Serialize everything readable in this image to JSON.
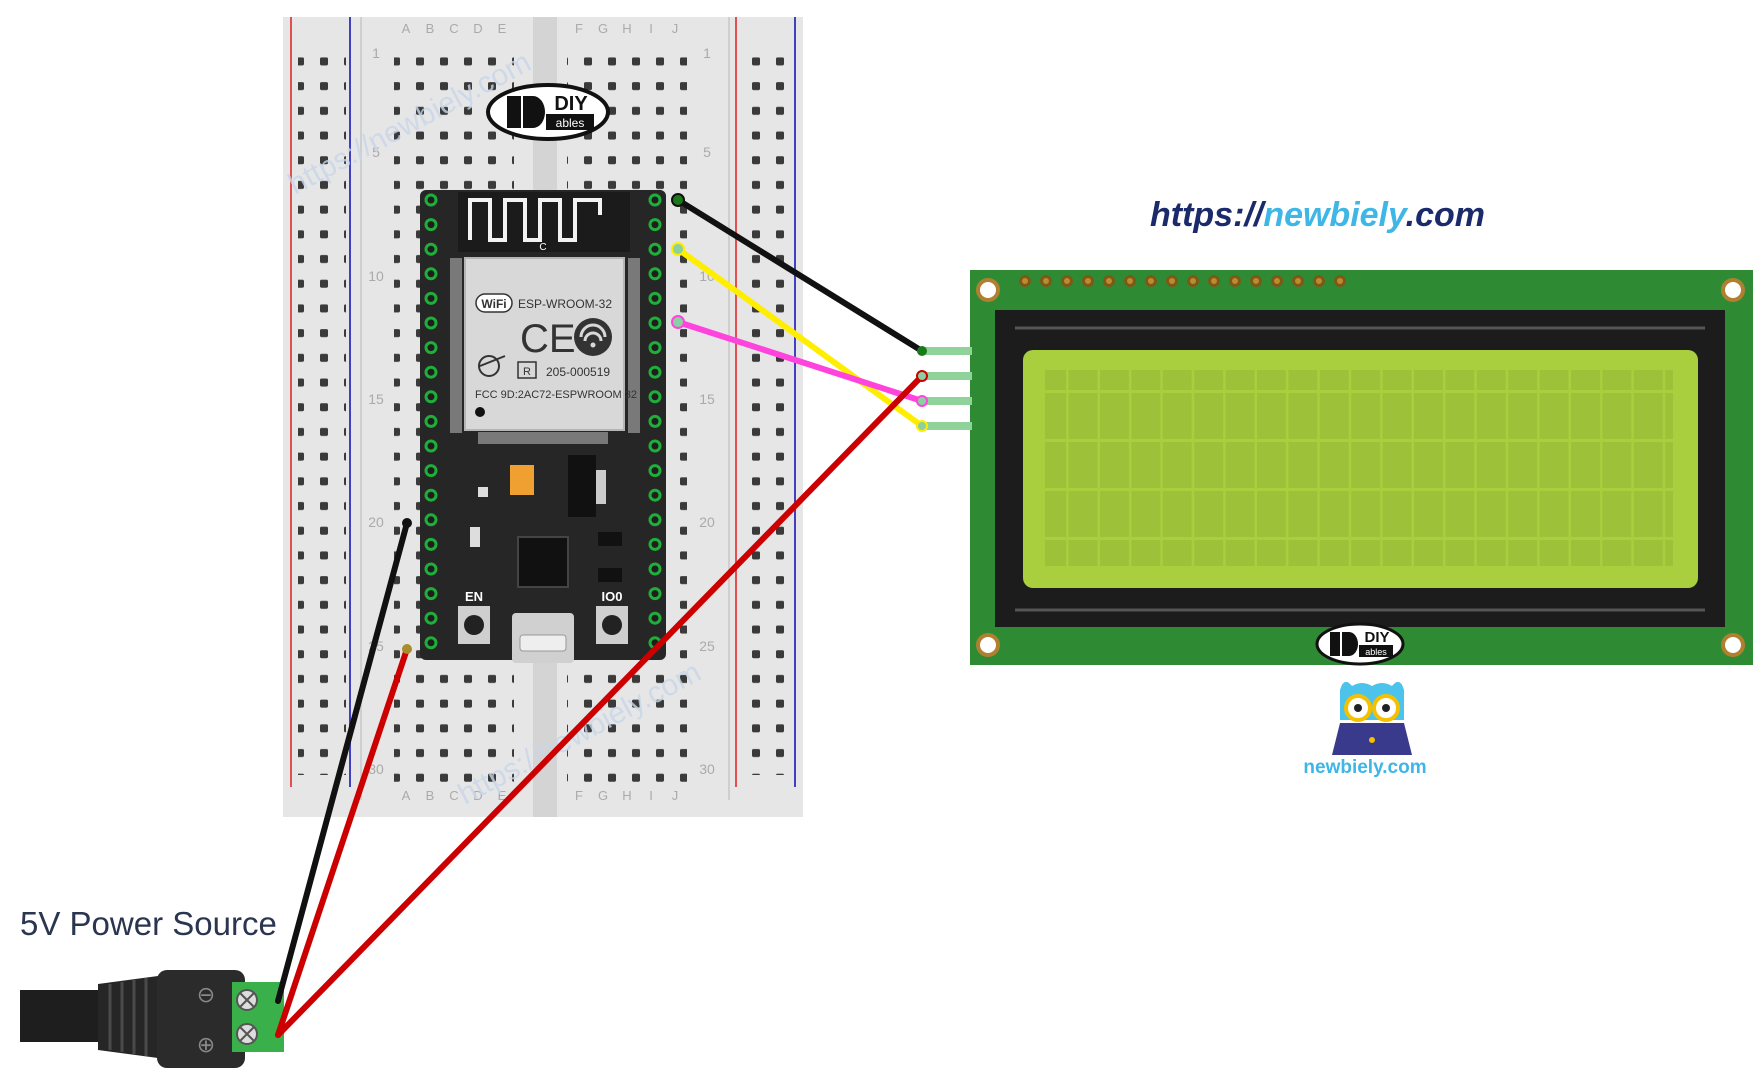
{
  "header": {
    "site_url_prefix": "https://",
    "site_url_name": "newbiely",
    "site_url_suffix": ".com"
  },
  "breadboard": {
    "column_labels_left": [
      "A",
      "B",
      "C",
      "D",
      "E"
    ],
    "column_labels_right": [
      "F",
      "G",
      "H",
      "I",
      "J"
    ],
    "row_numbers": [
      "1",
      "5",
      "10",
      "15",
      "20",
      "25",
      "30"
    ],
    "watermark": "https://newbiely.com"
  },
  "esp32": {
    "module_name": "ESP-WROOM-32",
    "wifi_badge": "WiFi",
    "cert_number": "205-000519",
    "fcc_id": "FCC 9D:2AC72-ESPWROOM 32",
    "antenna_mark": "C",
    "reg_mark": "R",
    "button_left": "EN",
    "button_right": "IO0"
  },
  "logo": {
    "brand_top": "DIY",
    "brand_bottom": "ables"
  },
  "lcd": {
    "columns": 20,
    "rows": 4
  },
  "power": {
    "label": "5V Power Source",
    "terminal_minus": "⊖",
    "terminal_plus": "⊕"
  },
  "footer": {
    "site": "newbiely.com"
  },
  "colors": {
    "ground_wire": "#111111",
    "power_wire": "#cc0000",
    "sda_wire": "#ffee00",
    "scl_wire": "#ff44dd",
    "lcd_board": "#2e8b34",
    "lcd_screen": "#a9cf3e",
    "accent": "#3eb6e6"
  }
}
